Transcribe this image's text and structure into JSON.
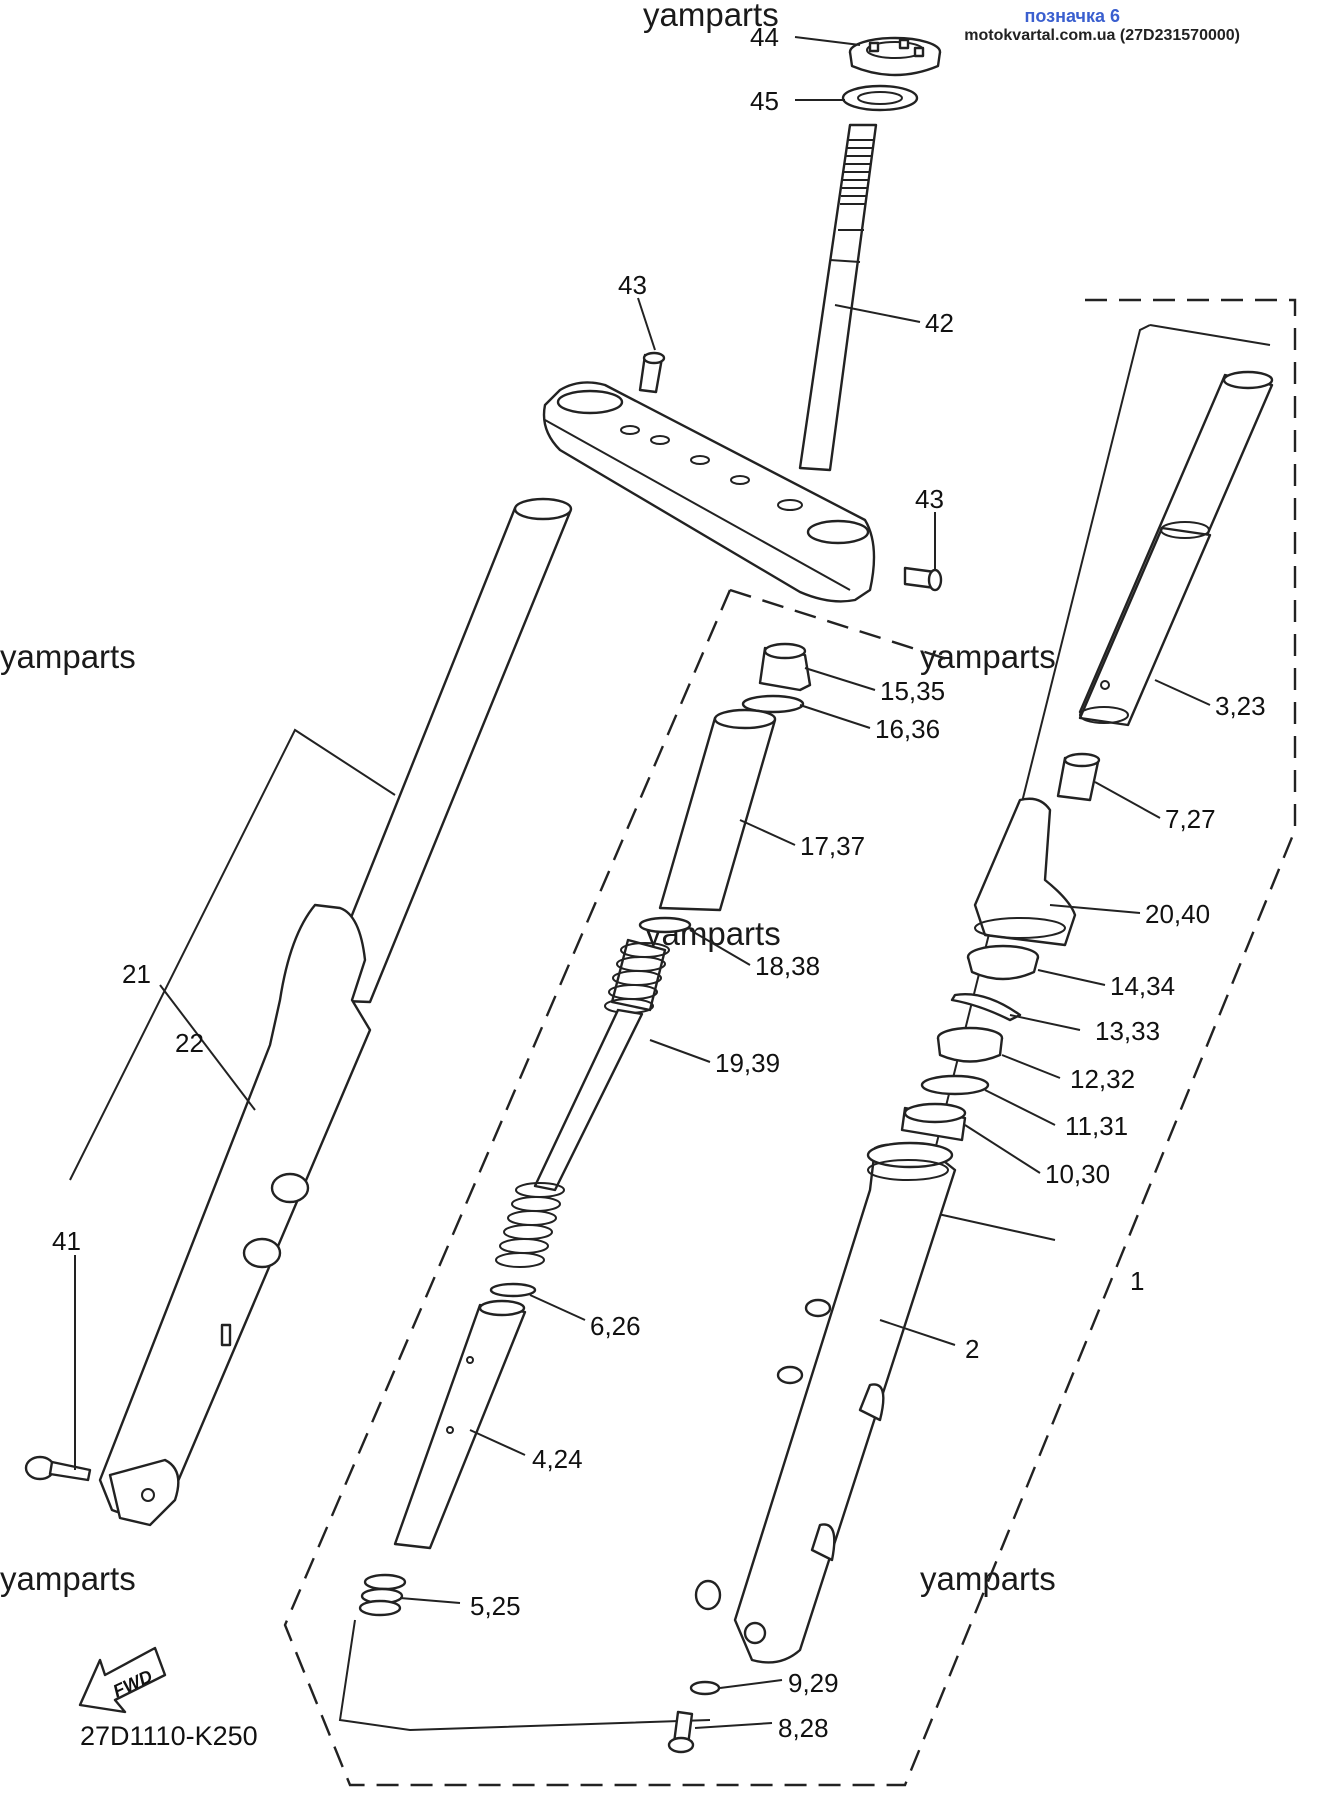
{
  "header": {
    "label": "позначка 6",
    "source": "motokvartal.com.ua (27D231570000)"
  },
  "watermark": "yamparts",
  "diagram_code": "27D1110-K250",
  "fwd_label": "FWD",
  "callouts": {
    "c44": "44",
    "c45": "45",
    "c43a": "43",
    "c42": "42",
    "c43b": "43",
    "c15": "15,35",
    "c16": "16,36",
    "c3": "3,23",
    "c17": "17,37",
    "c7": "7,27",
    "c20": "20,40",
    "c18": "18,38",
    "c14": "14,34",
    "c13": "13,33",
    "c19": "19,39",
    "c12": "12,32",
    "c11": "11,31",
    "c10": "10,30",
    "c21": "21",
    "c22": "22",
    "c41": "41",
    "c1": "1",
    "c6": "6,26",
    "c2": "2",
    "c4": "4,24",
    "c5": "5,25",
    "c9": "9,29",
    "c8": "8,28"
  }
}
